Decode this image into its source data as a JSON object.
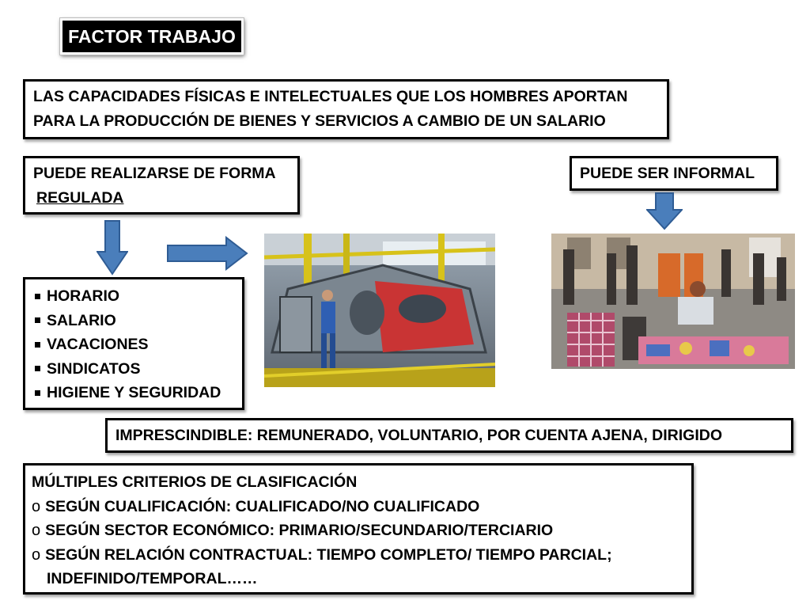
{
  "title": "FACTOR TRABAJO",
  "definition": {
    "line1": "LAS CAPACIDADES FÍSICAS E INTELECTUALES QUE LOS HOMBRES APORTAN",
    "line2": "PARA LA PRODUCCIÓN DE BIENES Y SERVICIOS A CAMBIO DE UN SALARIO"
  },
  "regulated": {
    "line1": "PUEDE REALIZARSE DE FORMA",
    "line2": "REGULADA"
  },
  "informal": {
    "label": "PUEDE SER INFORMAL"
  },
  "regulated_items": [
    "HORARIO",
    "SALARIO",
    "VACACIONES",
    "SINDICATOS",
    "HIGIENE Y SEGURIDAD"
  ],
  "essential": "IMPRESCINDIBLE: REMUNERADO, VOLUNTARIO, POR CUENTA AJENA, DIRIGIDO",
  "criteria": {
    "heading": "MÚLTIPLES CRITERIOS DE CLASIFICACIÓN",
    "items": [
      "SEGÚN CUALIFICACIÓN: CUALIFICADO/NO CUALIFICADO",
      "SEGÚN SECTOR ECONÓMICO: PRIMARIO/SECUNDARIO/TERCIARIO",
      "SEGÚN RELACIÓN CONTRACTUAL: TIEMPO COMPLETO/ TIEMPO PARCIAL;"
    ],
    "continuation": "INDEFINIDO/TEMPORAL……"
  },
  "colors": {
    "arrow": "#4a7ebb",
    "arrow_stroke": "#2f5c94"
  }
}
